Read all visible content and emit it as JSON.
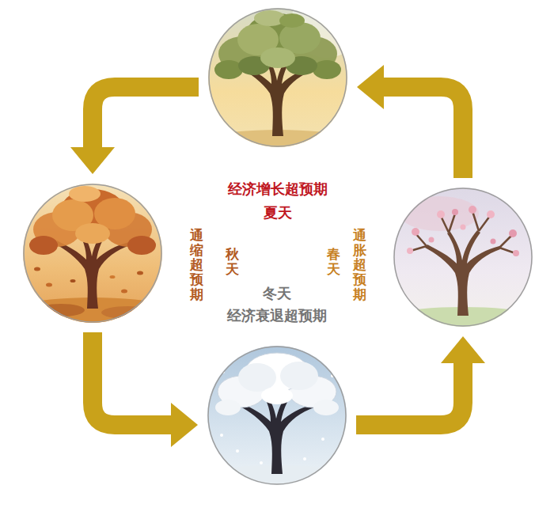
{
  "diagram": {
    "nodes": [
      {
        "text": [
          "经济增长超预期",
          "夏天"
        ]
      },
      {
        "text": [
          "通缩超预期",
          "秋天"
        ]
      },
      {
        "text": [
          "通胀超预期",
          "春天"
        ]
      },
      {
        "text": [
          "冬天",
          "经济衰退超预期"
        ]
      }
    ],
    "edges": [
      {
        "from": 0,
        "to": 1,
        "arrow": "to"
      },
      {
        "from": 1,
        "to": 3,
        "arrow": "to"
      },
      {
        "from": 3,
        "to": 2,
        "arrow": "to"
      },
      {
        "from": 2,
        "to": 0,
        "arrow": "to"
      }
    ]
  }
}
